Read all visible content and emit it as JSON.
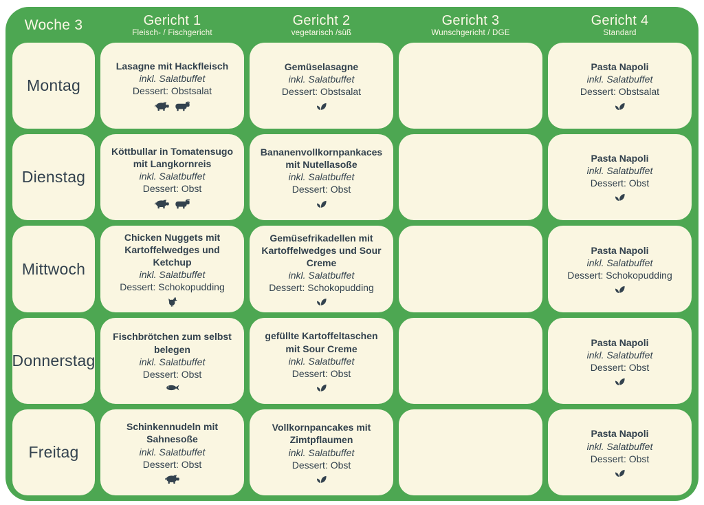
{
  "board": {
    "week_label": "Woche 3"
  },
  "columns": [
    {
      "label": "Gericht 1",
      "sublabel": "Fleisch- / Fischgericht"
    },
    {
      "label": "Gericht 2",
      "sublabel": "vegetarisch /süß"
    },
    {
      "label": "Gericht 3",
      "sublabel": "Wunschgericht / DGE"
    },
    {
      "label": "Gericht 4",
      "sublabel": "Standard"
    }
  ],
  "rows": [
    {
      "day": "Montag",
      "dishes": [
        {
          "title": "Lasagne mit Hackfleisch",
          "note": "inkl. Salatbuffet",
          "dessert": "Dessert: Obstsalat",
          "icons": [
            "pig",
            "cow"
          ]
        },
        {
          "title": "Gemüselasagne",
          "note": "inkl. Salatbuffet",
          "dessert": "Dessert: Obstsalat",
          "icons": [
            "leaf"
          ]
        },
        {
          "title": "",
          "note": "",
          "dessert": "",
          "icons": []
        },
        {
          "title": "Pasta Napoli",
          "note": "inkl. Salatbuffet",
          "dessert": "Dessert: Obstsalat",
          "icons": [
            "leaf"
          ]
        }
      ]
    },
    {
      "day": "Dienstag",
      "dishes": [
        {
          "title": "Köttbullar in Tomatensugo mit Langkornreis",
          "note": "inkl. Salatbuffet",
          "dessert": "Dessert: Obst",
          "icons": [
            "pig",
            "cow"
          ]
        },
        {
          "title": "Bananenvollkornpankaces mit Nutellasoße",
          "note": "inkl. Salatbuffet",
          "dessert": "Dessert: Obst",
          "icons": [
            "leaf"
          ]
        },
        {
          "title": "",
          "note": "",
          "dessert": "",
          "icons": []
        },
        {
          "title": "Pasta Napoli",
          "note": "inkl. Salatbuffet",
          "dessert": "Dessert: Obst",
          "icons": [
            "leaf"
          ]
        }
      ]
    },
    {
      "day": "Mittwoch",
      "dishes": [
        {
          "title": "Chicken Nuggets mit Kartoffelwedges und Ketchup",
          "note": "inkl. Salatbuffet",
          "dessert": "Dessert: Schokopudding",
          "icons": [
            "chicken"
          ]
        },
        {
          "title": "Gemüsefrikadellen mit Kartoffelwedges und Sour Creme",
          "note": "inkl. Salatbuffet",
          "dessert": "Dessert: Schokopudding",
          "icons": [
            "leaf"
          ]
        },
        {
          "title": "",
          "note": "",
          "dessert": "",
          "icons": []
        },
        {
          "title": "Pasta Napoli",
          "note": "inkl. Salatbuffet",
          "dessert": "Dessert: Schokopudding",
          "icons": [
            "leaf"
          ]
        }
      ]
    },
    {
      "day": "Donnerstag",
      "dishes": [
        {
          "title": "Fischbrötchen zum selbst belegen",
          "note": "inkl. Salatbuffet",
          "dessert": "Dessert: Obst",
          "icons": [
            "fish"
          ]
        },
        {
          "title": "gefüllte Kartoffeltaschen mit Sour Creme",
          "note": "inkl. Salatbuffet",
          "dessert": "Dessert: Obst",
          "icons": [
            "leaf"
          ]
        },
        {
          "title": "",
          "note": "",
          "dessert": "",
          "icons": []
        },
        {
          "title": "Pasta Napoli",
          "note": "inkl. Salatbuffet",
          "dessert": "Dessert: Obst",
          "icons": [
            "leaf"
          ]
        }
      ]
    },
    {
      "day": "Freitag",
      "dishes": [
        {
          "title": "Schinkennudeln mit Sahnesoße",
          "note": "inkl. Salatbuffet",
          "dessert": "Dessert: Obst",
          "icons": [
            "pig"
          ]
        },
        {
          "title": "Vollkornpancakes mit Zimtpflaumen",
          "note": "inkl. Salatbuffet",
          "dessert": "Dessert: Obst",
          "icons": [
            "leaf"
          ]
        },
        {
          "title": "",
          "note": "",
          "dessert": "",
          "icons": []
        },
        {
          "title": "Pasta Napoli",
          "note": "inkl. Salatbuffet",
          "dessert": "Dessert: Obst",
          "icons": [
            "leaf"
          ]
        }
      ]
    }
  ],
  "colors": {
    "board_green": "#4DA752",
    "card_cream": "#FAF6E1",
    "text_dark": "#33424E",
    "header_text": "#FBF8E6"
  }
}
